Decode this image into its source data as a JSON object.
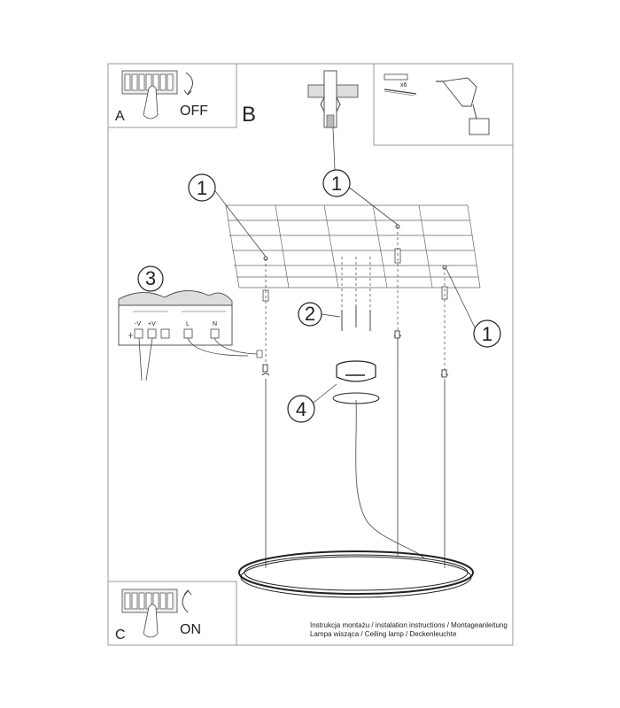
{
  "panels": {
    "a": {
      "letter": "A",
      "action": "OFF"
    },
    "b": {
      "letter": "B"
    },
    "c": {
      "letter": "C",
      "action": "ON"
    }
  },
  "tools": {
    "quantity": "x6"
  },
  "callouts": {
    "one": "1",
    "two": "2",
    "three": "3",
    "four": "4"
  },
  "terminal": {
    "minus_v": "-V",
    "plus_v": "+V",
    "l": "L",
    "n": "N"
  },
  "caption": {
    "line1": "Instrukcja montażu / instalation instructions / Montageanleitung",
    "line2": "Lampa wisząca / Ceiling lamp / Deckenleuchte"
  }
}
